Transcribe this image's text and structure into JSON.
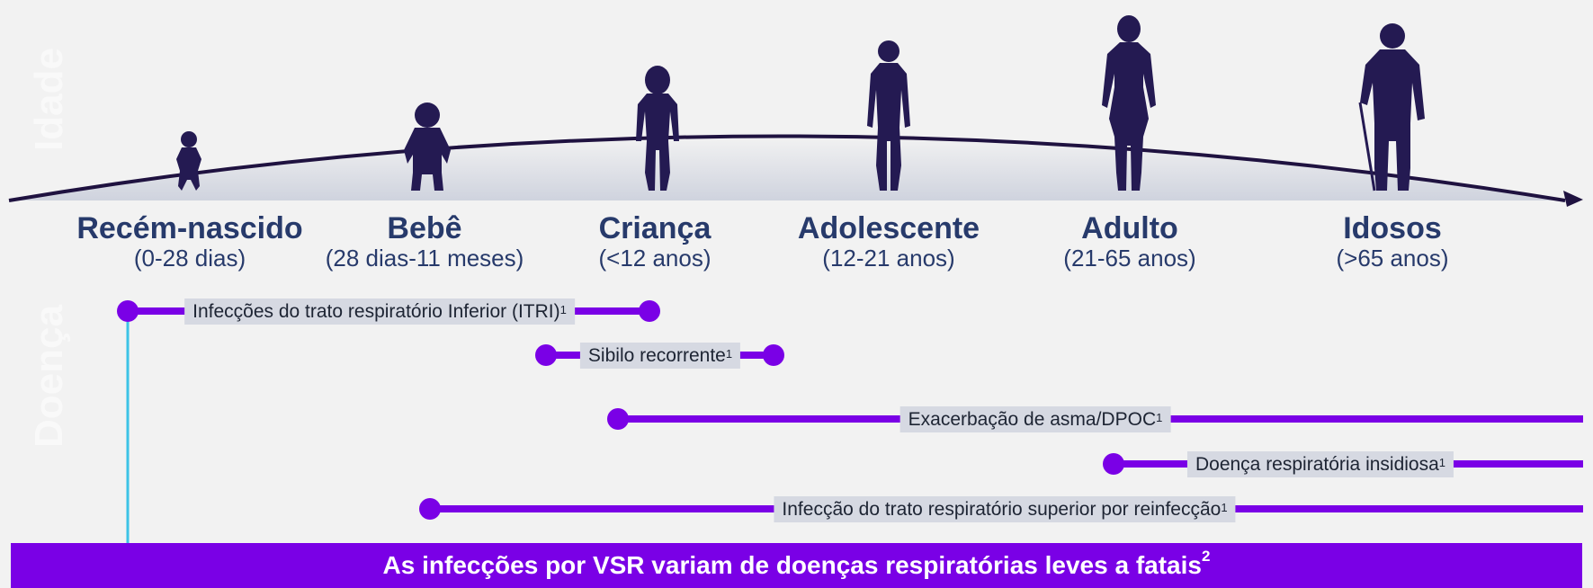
{
  "side_labels": {
    "top": "Idade",
    "bottom": "Doença"
  },
  "stages": [
    {
      "name": "Recém-nascido",
      "range": "(0-28 dias)",
      "figure": "newborn-figure-icon"
    },
    {
      "name": "Bebê",
      "range": "(28 dias-11 meses)",
      "figure": "baby-figure-icon"
    },
    {
      "name": "Criança",
      "range": "(<12 anos)",
      "figure": "child-figure-icon"
    },
    {
      "name": "Adolescente",
      "range": "(12-21 anos)",
      "figure": "adolescent-figure-icon"
    },
    {
      "name": "Adulto",
      "range": "(21-65 anos)",
      "figure": "adult-figure-icon"
    },
    {
      "name": "Idosos",
      "range": "(>65 anos)",
      "figure": "elderly-figure-icon"
    }
  ],
  "conditions": [
    {
      "label": "Infecções do trato respiratório Inferior (ITRI)",
      "ref": "1",
      "start_stage": "Recém-nascido",
      "end_stage": "Criança"
    },
    {
      "label": "Sibilo recorrente",
      "ref": "1",
      "start_stage": "Criança",
      "end_stage": "Adolescente"
    },
    {
      "label": "Exacerbação de asma/DPOC",
      "ref": "1",
      "start_stage": "Criança",
      "end_stage": "Idosos (continua)"
    },
    {
      "label": "Doença respiratória insidiosa",
      "ref": "1",
      "start_stage": "Adulto",
      "end_stage": "Idosos (continua)"
    },
    {
      "label": "Infecção do trato respiratório superior por reinfecção",
      "ref": "1",
      "start_stage": "Bebê",
      "end_stage": "Idosos (continua)"
    }
  ],
  "banner": {
    "text": "As infecções por VSR variam de doenças respiratórias leves a fatais",
    "ref": "2"
  },
  "colors": {
    "background": "#f2f2f2",
    "arc_fill": "#dde0e8",
    "arc_line": "#1f1240",
    "figure": "#241a52",
    "bar": "#7a00e6",
    "connector": "#3cc3e6",
    "label_text": "#273a6b",
    "label_box": "#d6d9e2"
  }
}
